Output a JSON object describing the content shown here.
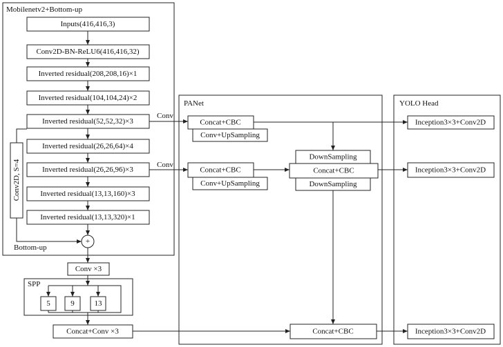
{
  "panels": {
    "backbone": "Mobilenetv2+Bottom-up",
    "panet": "PANet",
    "yolo_head": "YOLO Head",
    "spp": "SPP"
  },
  "backbone_layers": [
    "Inputs(416,416,3)",
    "Conv2D-BN-ReLU6(416,416,32)",
    "Inverted residual(208,208,16)×1",
    "Inverted residual(104,104,24)×2",
    "Inverted residual(52,52,32)×3",
    "Inverted residual(26,26,64)×4",
    "Inverted residual(26,26,96)×3",
    "Inverted residual(13,13,160)×3",
    "Inverted residual(13,13,320)×1"
  ],
  "side_conv": "Conv2D, S=4",
  "bottom_up": "Bottom-up",
  "plus": "+",
  "conv_x3": "Conv ×3",
  "spp_pools": [
    "5",
    "9",
    "13"
  ],
  "concat_conv_x3": "Concat+Conv ×3",
  "edge_labels": {
    "conv_top": "Conv",
    "conv_mid": "Conv"
  },
  "panet_blocks": {
    "concat_cbc_top": "Concat+CBC",
    "conv_upsampling_top": "Conv+UpSampling",
    "concat_cbc_mid": "Concat+CBC",
    "conv_upsampling_mid": "Conv+UpSampling",
    "downsampling_top": "DownSampling",
    "concat_cbc_center": "Concat+CBC",
    "downsampling_bottom": "DownSampling",
    "concat_cbc_bottom": "Concat+CBC"
  },
  "heads": [
    "Inception3×3+Conv2D",
    "Inception3×3+Conv2D",
    "Inception3×3+Conv2D"
  ]
}
